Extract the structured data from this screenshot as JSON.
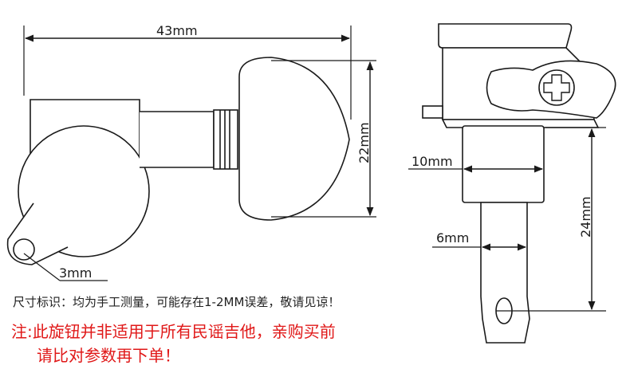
{
  "dimensions": {
    "length_43": "43mm",
    "height_22": "22mm",
    "hole_3": "3mm",
    "width_10": "10mm",
    "width_6": "6mm",
    "height_24": "24mm"
  },
  "notes": {
    "tolerance": "尺寸标识：均为手工测量，可能存在1-2MM误差，敬请见谅！",
    "warning_line1": "注:此旋钮并非适用于所有民谣吉他，亲购买前",
    "warning_line2": "请比对参数再下单！"
  },
  "colors": {
    "line": "#1a1a1a",
    "warning": "#e01818"
  }
}
